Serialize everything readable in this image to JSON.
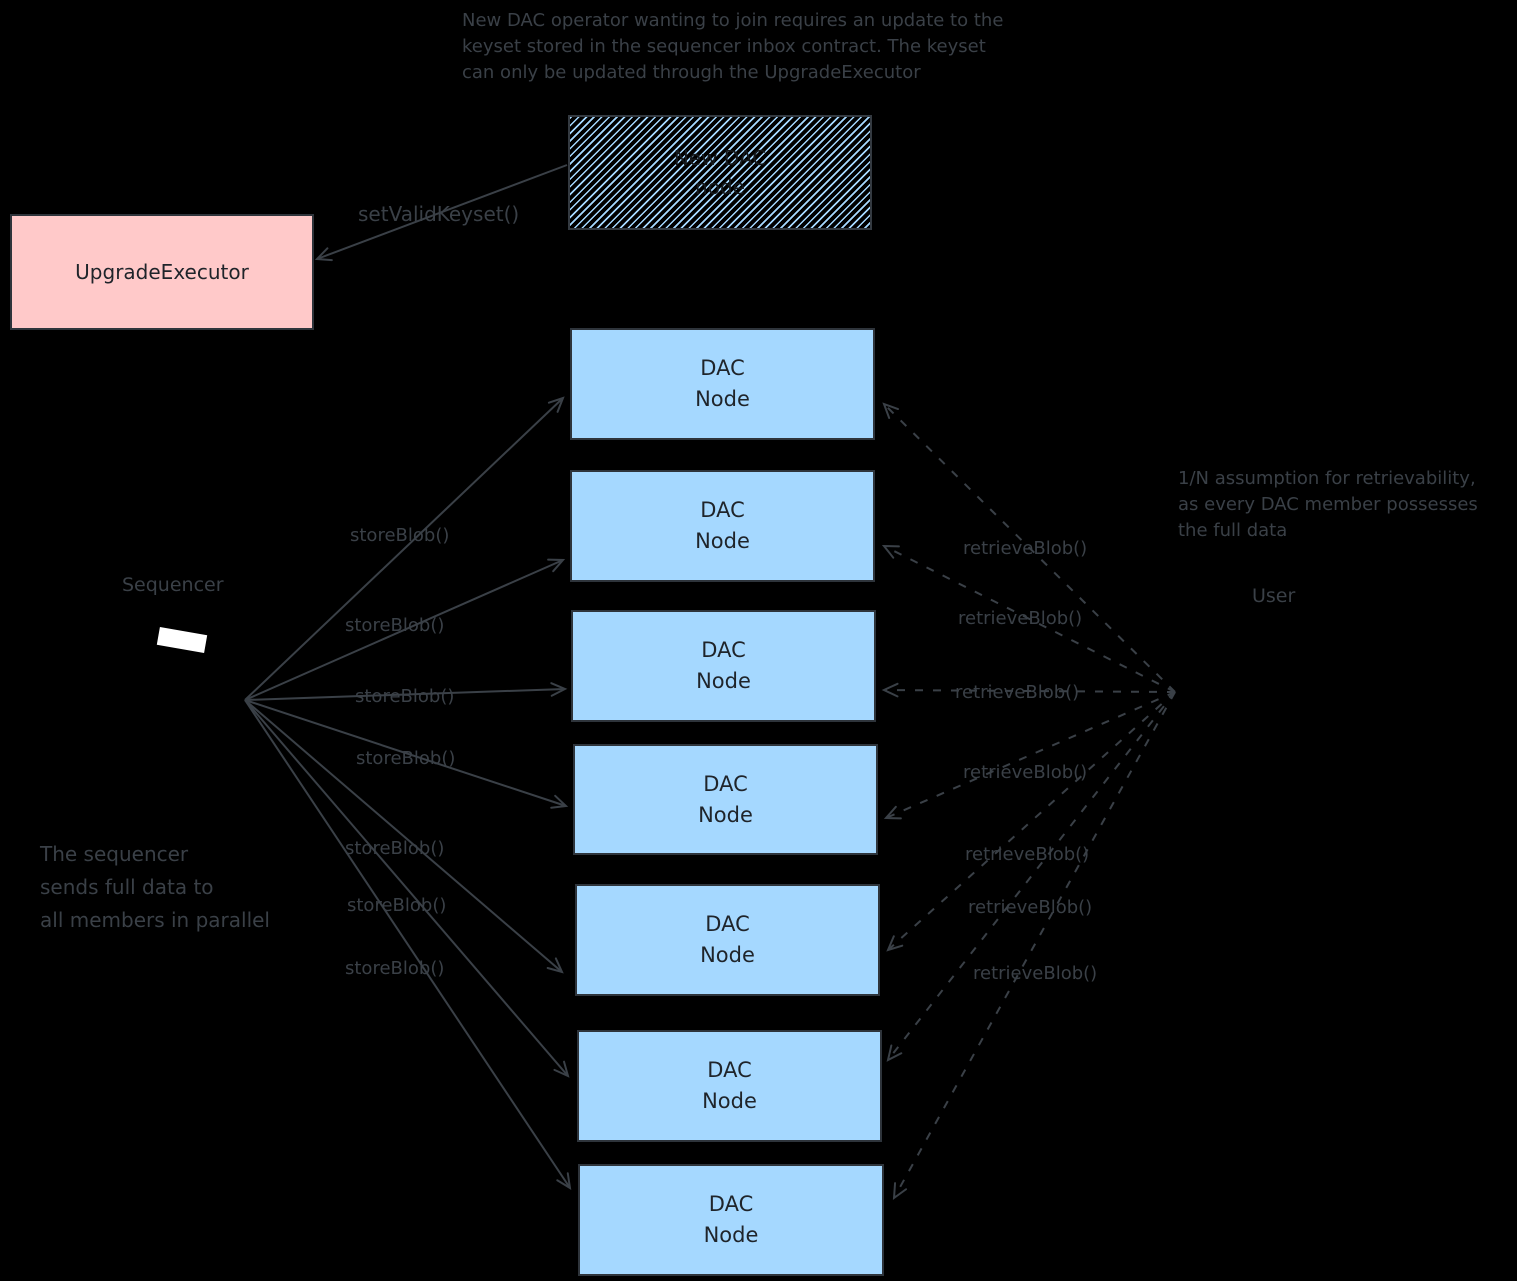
{
  "canvas": {
    "background": "#000000",
    "ink_color": "#3a4047",
    "dac_node_fill": "#a5d8ff",
    "upgrade_executor_fill": "#ffc9c9",
    "hatch_color": "#a5d8ff"
  },
  "annotations": {
    "top": "New DAC operator wanting to join requires an update to the\nkeyset stored in the sequencer inbox contract. The keyset\ncan only be updated through the UpgradeExecutor",
    "retrievability": "1/N assumption for retrievability,\nas every DAC member possesses\nthe full data",
    "parallel": "The sequencer\nsends full data to\nall members in parallel"
  },
  "actors": {
    "sequencer_label": "Sequencer",
    "user_label": "User"
  },
  "boxes": {
    "upgrade_executor": {
      "label": "UpgradeExecutor"
    },
    "new_dac_node": {
      "label": "New DAC\nnode"
    },
    "dac_nodes": [
      {
        "label": "DAC\nNode"
      },
      {
        "label": "DAC\nNode"
      },
      {
        "label": "DAC\nNode"
      },
      {
        "label": "DAC\nNode"
      },
      {
        "label": "DAC\nNode"
      },
      {
        "label": "DAC\nNode"
      },
      {
        "label": "DAC\nNode"
      }
    ]
  },
  "edges": {
    "set_valid_keyset": "setValidKeyset()",
    "store_blob": [
      "storeBlob()",
      "storeBlob()",
      "storeBlob()",
      "storeBlob()",
      "storeBlob()",
      "storeBlob()",
      "storeBlob()"
    ],
    "retrieve_blob": [
      "retrieveBlob()",
      "retrieveBlob()",
      "retrieveBlob()",
      "retrieveBlob()",
      "retrieveBlob()",
      "retrieveBlob()",
      "retrieveBlob()"
    ]
  }
}
